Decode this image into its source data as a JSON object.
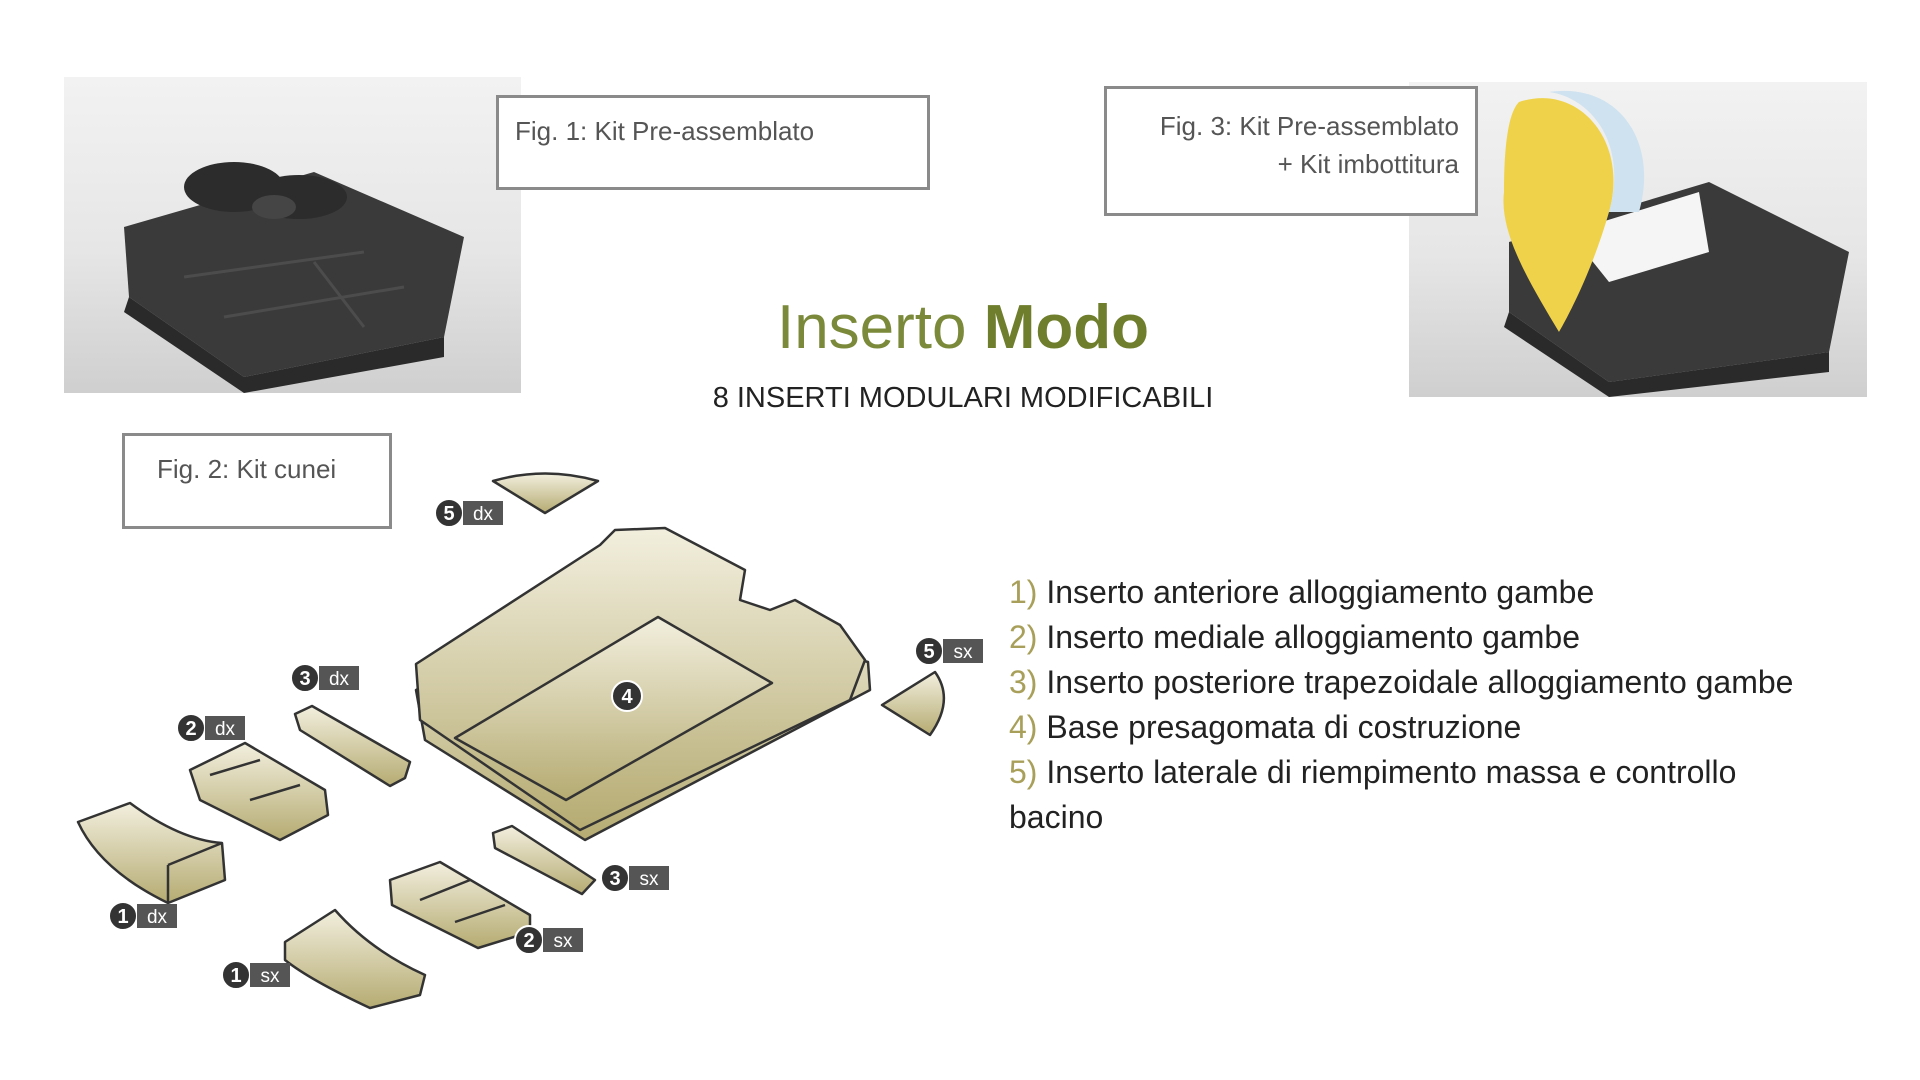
{
  "figures": {
    "fig1_caption": "Fig. 1: Kit Pre-assemblato",
    "fig2_caption": "Fig. 2: Kit cunei",
    "fig3_caption_line1": "Fig. 3: Kit Pre-assemblato",
    "fig3_caption_line2": "+ Kit imbottitura"
  },
  "header": {
    "title_regular": "Inserto",
    "title_bold": "Modo",
    "subtitle": "8 INSERTI MODULARI MODIFICABILI"
  },
  "legend": [
    {
      "num": "1)",
      "text": "Inserto anteriore alloggiamento gambe"
    },
    {
      "num": "2)",
      "text": "Inserto mediale alloggiamento gambe"
    },
    {
      "num": "3)",
      "text": "Inserto posteriore trapezoidale alloggiamento gambe"
    },
    {
      "num": "4)",
      "text": "Base presagomata di costruzione"
    },
    {
      "num": "5)",
      "text": "Inserto laterale di riempimento massa e controllo bacino"
    }
  ],
  "diagram_labels": {
    "p5dx": {
      "n": "5",
      "side": "dx"
    },
    "p3dx": {
      "n": "3",
      "side": "dx"
    },
    "p2dx": {
      "n": "2",
      "side": "dx"
    },
    "p1dx": {
      "n": "1",
      "side": "dx"
    },
    "p5sx": {
      "n": "5",
      "side": "sx"
    },
    "p3sx": {
      "n": "3",
      "side": "sx"
    },
    "p2sx": {
      "n": "2",
      "side": "sx"
    },
    "p1sx": {
      "n": "1",
      "side": "sx"
    },
    "p4": {
      "n": "4"
    }
  },
  "colors": {
    "accent_green": "#7a8a3a",
    "piece_fill": "#c9c191",
    "label_dark": "#555555"
  }
}
